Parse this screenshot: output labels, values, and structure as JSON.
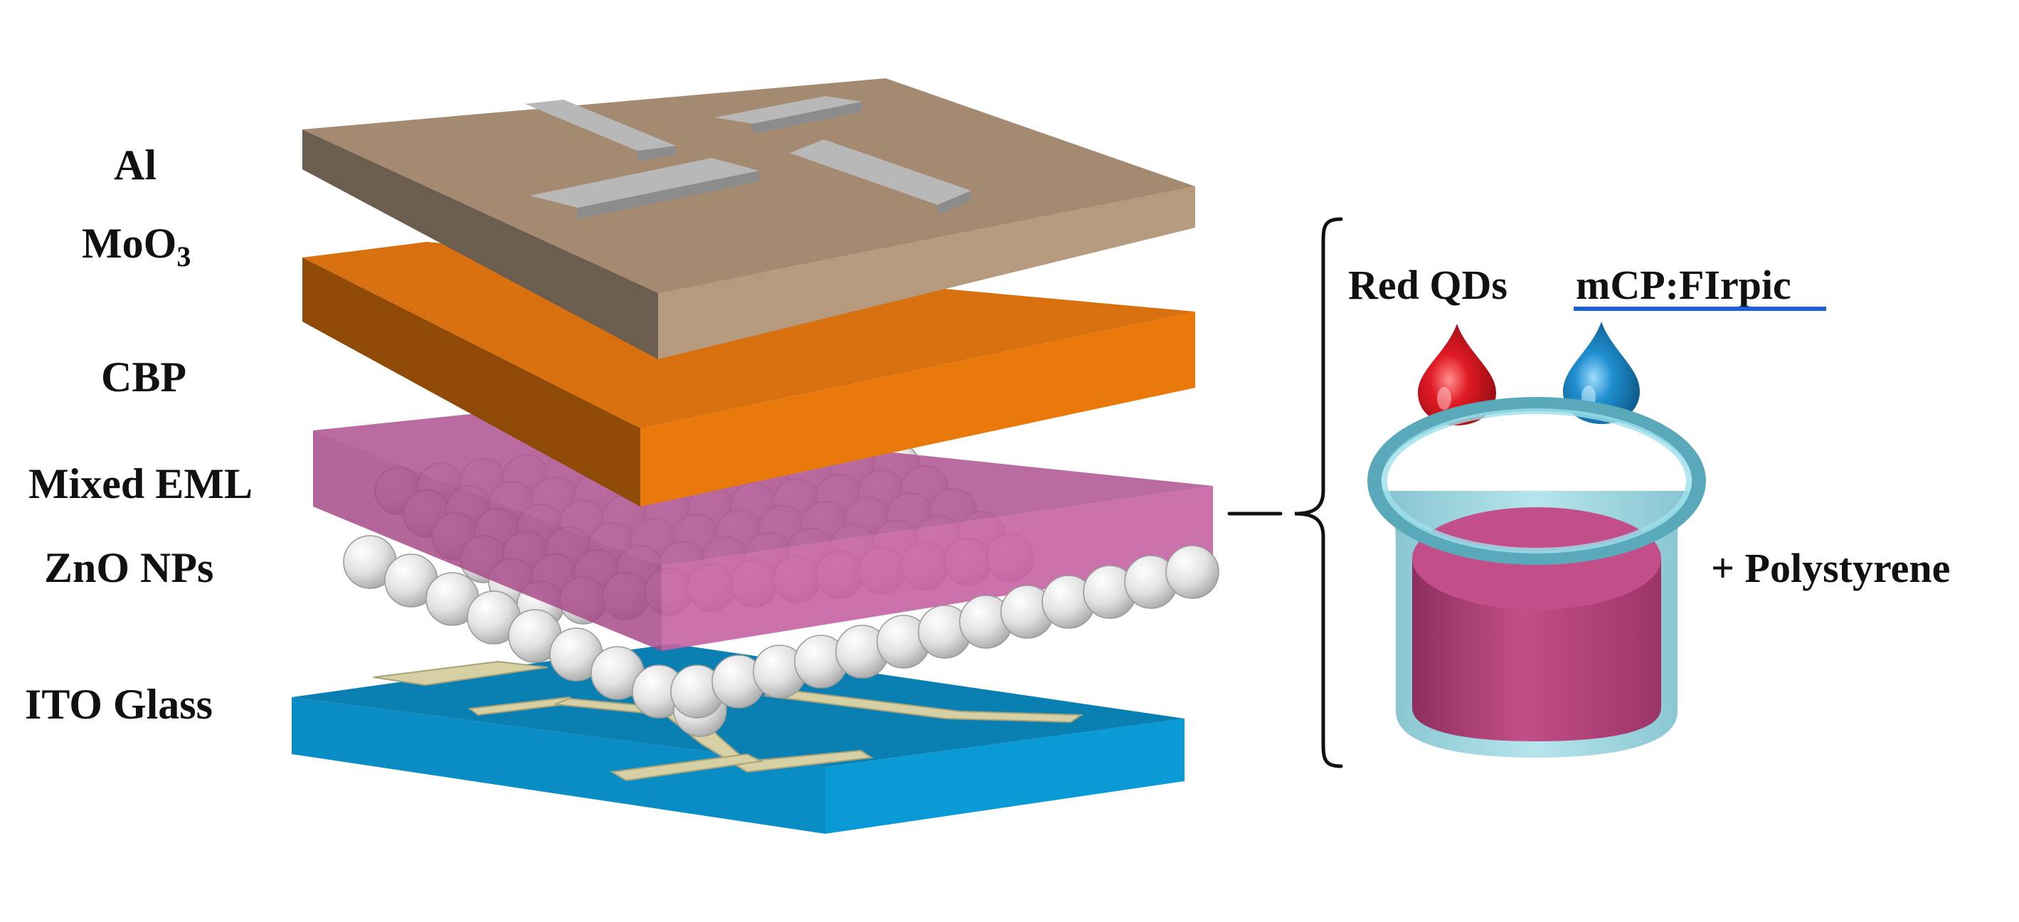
{
  "layer_labels": {
    "al": "Al",
    "moo3_base": "MoO",
    "moo3_sub": "3",
    "cbp": "CBP",
    "mixed_eml": "Mixed EML",
    "zno_nps": "ZnO NPs",
    "ito_glass": "ITO Glass"
  },
  "solution": {
    "red_qds": "Red QDs",
    "host": "mCP:FIrpic",
    "polystyrene": "+ Polystyrene"
  },
  "colors": {
    "al_top": "#a48a70",
    "moo3": "#e8790a",
    "eml": "#c2609f",
    "zno": "#e9e9e9",
    "ito_top": "#0a82b4",
    "electrode": "#d8d2a6",
    "al_pad": "#b8b8b8",
    "red_drop": "#d8141e",
    "blue_drop": "#1f8fcf",
    "beaker": "#8ed0dc",
    "underline": "#1b62d9"
  }
}
